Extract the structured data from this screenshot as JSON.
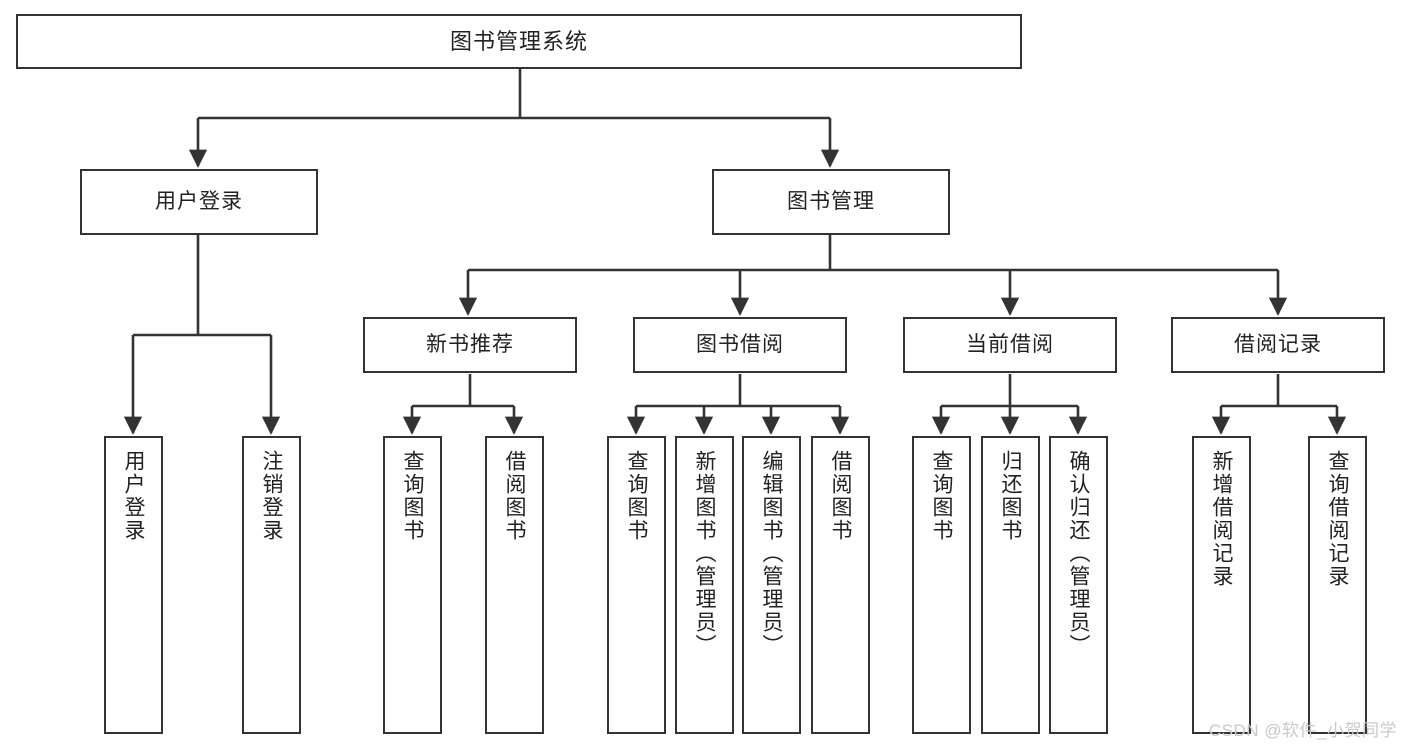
{
  "diagram": {
    "title": "图书管理系统",
    "type": "tree",
    "watermark": "CSDN @软件_小贺同学",
    "colors": {
      "box_border": "#333333",
      "box_fill": "#ffffff",
      "connector": "#333333",
      "text": "#222222",
      "watermark": "#c9c9c9"
    },
    "nodes": {
      "root": {
        "label": "图书管理系统"
      },
      "level1": [
        {
          "label": "用户登录"
        },
        {
          "label": "图书管理"
        }
      ],
      "level2": [
        {
          "label": "新书推荐"
        },
        {
          "label": "图书借阅"
        },
        {
          "label": "当前借阅"
        },
        {
          "label": "借阅记录"
        }
      ],
      "leaves": {
        "user_login": [
          {
            "label": "用户登录"
          },
          {
            "label": "注销登录"
          }
        ],
        "new_book": [
          {
            "label": "查询图书"
          },
          {
            "label": "借阅图书"
          }
        ],
        "book_borrow": [
          {
            "label": "查询图书"
          },
          {
            "label": "新增图书（管理员）"
          },
          {
            "label": "编辑图书（管理员）"
          },
          {
            "label": "借阅图书"
          }
        ],
        "current_borrow": [
          {
            "label": "查询图书"
          },
          {
            "label": "归还图书"
          },
          {
            "label": "确认归还（管理员）"
          }
        ],
        "borrow_record": [
          {
            "label": "新增借阅记录"
          },
          {
            "label": "查询借阅记录"
          }
        ]
      }
    }
  }
}
